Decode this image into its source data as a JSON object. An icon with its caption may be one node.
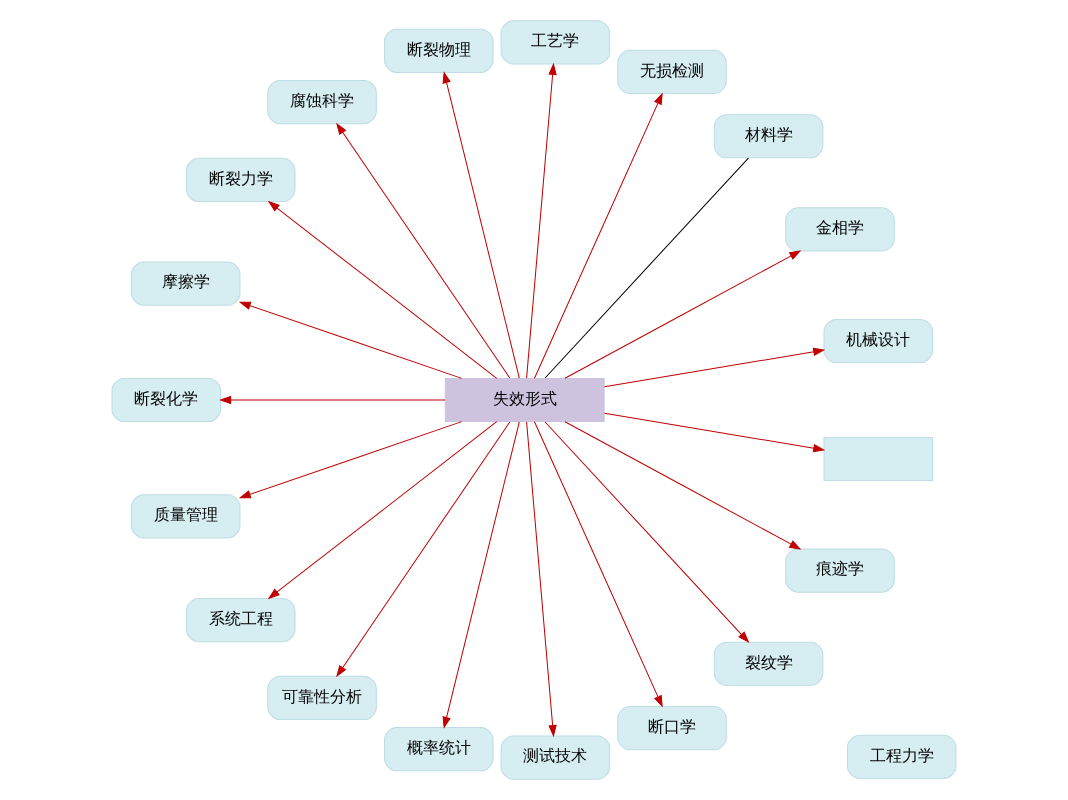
{
  "diagram": {
    "nodes": [
      {
        "text": [
          "机械设计"
        ]
      },
      {
        "text": [
          "金相学"
        ]
      },
      {
        "text": [
          "材料学"
        ]
      },
      {
        "text": [
          "无损检测"
        ]
      },
      {
        "text": [
          "工程力学"
        ]
      },
      {
        "text": [
          "工艺学"
        ]
      },
      {
        "text": [
          "断裂物理"
        ]
      },
      {
        "text": [
          "腐蚀科学"
        ]
      },
      {
        "text": [
          "断裂力学"
        ]
      },
      {
        "text": [
          "摩擦学"
        ]
      },
      {
        "text": [
          "失效形式"
        ]
      },
      {
        "text": [
          "断裂化学"
        ]
      },
      {
        "text": [
          "质量管理"
        ]
      },
      {
        "text": [
          "系统工程"
        ]
      },
      {
        "text": [
          "可靠性分析"
        ]
      },
      {
        "text": [
          "概率统计"
        ]
      },
      {
        "text": [
          "测试技术"
        ]
      },
      {
        "text": [
          "断口学"
        ]
      },
      {
        "text": [
          "裂纹学"
        ]
      },
      {
        "text": [
          "痕迹学"
        ]
      },
      {
        "text": [],
        "shape": "box"
      }
    ],
    "edges": [
      {
        "from": 10,
        "to": 0,
        "arrow": "to"
      },
      {
        "from": 10,
        "to": 1,
        "arrow": "to"
      },
      {
        "from": 10,
        "to": 2,
        "arrow": "none",
        "color": "#000000"
      },
      {
        "from": 10,
        "to": 3,
        "arrow": "to"
      },
      {
        "from": 10,
        "to": 5,
        "arrow": "to"
      },
      {
        "from": 10,
        "to": 6,
        "arrow": "to"
      },
      {
        "from": 10,
        "to": 7,
        "arrow": "to"
      },
      {
        "from": 10,
        "to": 8,
        "arrow": "to"
      },
      {
        "from": 10,
        "to": 9,
        "arrow": "to"
      },
      {
        "from": 10,
        "to": 11,
        "arrow": "to"
      },
      {
        "from": 10,
        "to": 12,
        "arrow": "to"
      },
      {
        "from": 10,
        "to": 13,
        "arrow": "to"
      },
      {
        "from": 10,
        "to": 14,
        "arrow": "to"
      },
      {
        "from": 10,
        "to": 15,
        "arrow": "to"
      },
      {
        "from": 10,
        "to": 16,
        "arrow": "to"
      },
      {
        "from": 10,
        "to": 17,
        "arrow": "to"
      },
      {
        "from": 10,
        "to": 18,
        "arrow": "to"
      },
      {
        "from": 10,
        "to": 19,
        "arrow": "to"
      },
      {
        "from": 10,
        "to": 20,
        "arrow": "to"
      }
    ]
  }
}
